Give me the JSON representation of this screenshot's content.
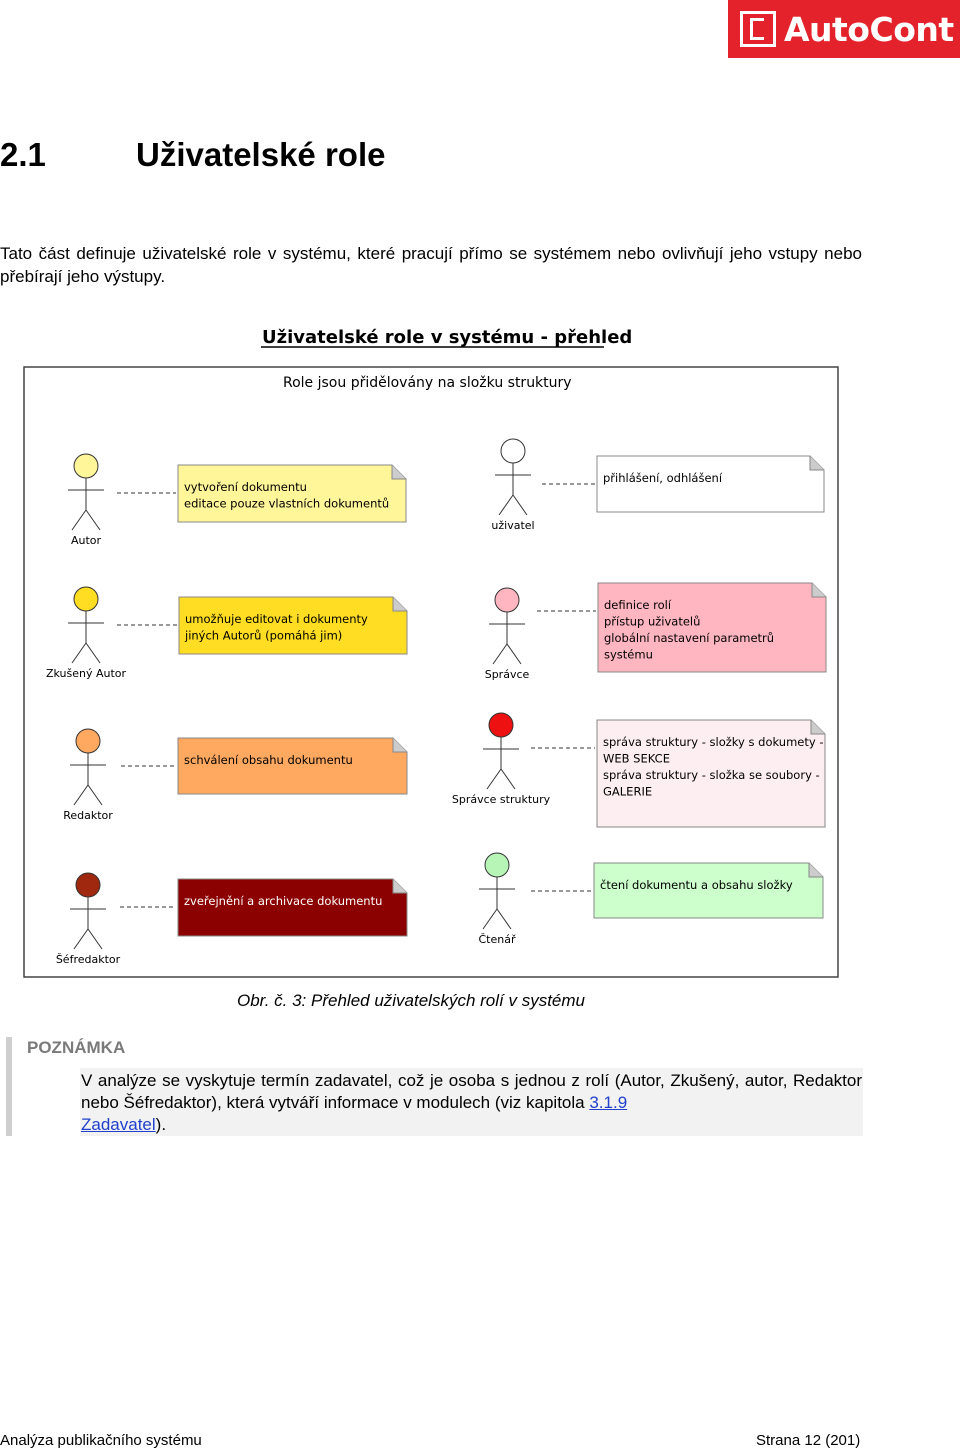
{
  "logo": {
    "text": "AutoCont",
    "color": "#e4222b"
  },
  "heading": {
    "number": "2.1",
    "title": "Uživatelské role"
  },
  "intro": "Tato část definuje uživatelské role v systému, které pracují přímo se systémem nebo ovlivňují jeho vstupy nebo přebírají jeho výstupy.",
  "diagram": {
    "title": "Uživatelské role v systému - přehled",
    "subtitle": "Role jsou přidělovány na složku struktury",
    "actors": [
      {
        "name": "Autor",
        "color": "#fff599",
        "note": [
          "vytvoření dokumentu",
          "editace pouze vlastních dokumentů"
        ],
        "note_color": "#fff599"
      },
      {
        "name": "uživatel",
        "color": "#ffffff",
        "note": [
          "přihlášení, odhlášení"
        ],
        "note_color": "#ffffff"
      },
      {
        "name": "Zkušený Autor",
        "color": "#ffdd22",
        "note": [
          "umožňuje editovat i dokumenty",
          "jiných Autorů (pomáhá jim)"
        ],
        "note_color": "#ffdd22"
      },
      {
        "name": "Správce",
        "color": "#ffb6c1",
        "note": [
          "definice rolí",
          "přístup uživatelů",
          "globální nastavení parametrů",
          "systému"
        ],
        "note_color": "#ffb6c1"
      },
      {
        "name": "Redaktor",
        "color": "#ffa860",
        "note": [
          "schválení obsahu dokumentu"
        ],
        "note_color": "#ffa860"
      },
      {
        "name": "Správce struktury",
        "color": "#ee1111",
        "note": [
          "správa struktury - složky s dokumety -",
          "WEB SEKCE",
          "správa struktury - složka se soubory -",
          "GALERIE"
        ],
        "note_color": "#fdeef1"
      },
      {
        "name": "Šéfredaktor",
        "color": "#a0280f",
        "note": [
          "zveřejnění a archivace dokumentu"
        ],
        "note_color": "#8b0000"
      },
      {
        "name": "Čtenář",
        "color": "#b7f5b7",
        "note": [
          "čtení dokumentu a obsahu složky"
        ],
        "note_color": "#ccffcc"
      }
    ]
  },
  "caption": "Obr. č. 3: Přehled uživatelských rolí v systému",
  "note": {
    "label": "POZNÁMKA",
    "text_before": "V analýze se vyskytuje termín zadavatel, což je osoba s jednou z rolí (Autor, Zkušený, autor, Redaktor nebo Šéfredaktor), která vytváří informace v modulech (viz kapitola ",
    "link1": "3.1.9",
    "link2": "Zadavatel",
    "text_after": ")."
  },
  "footer": {
    "left": "Analýza publikačního systému",
    "right": "Strana 12 (201)"
  }
}
